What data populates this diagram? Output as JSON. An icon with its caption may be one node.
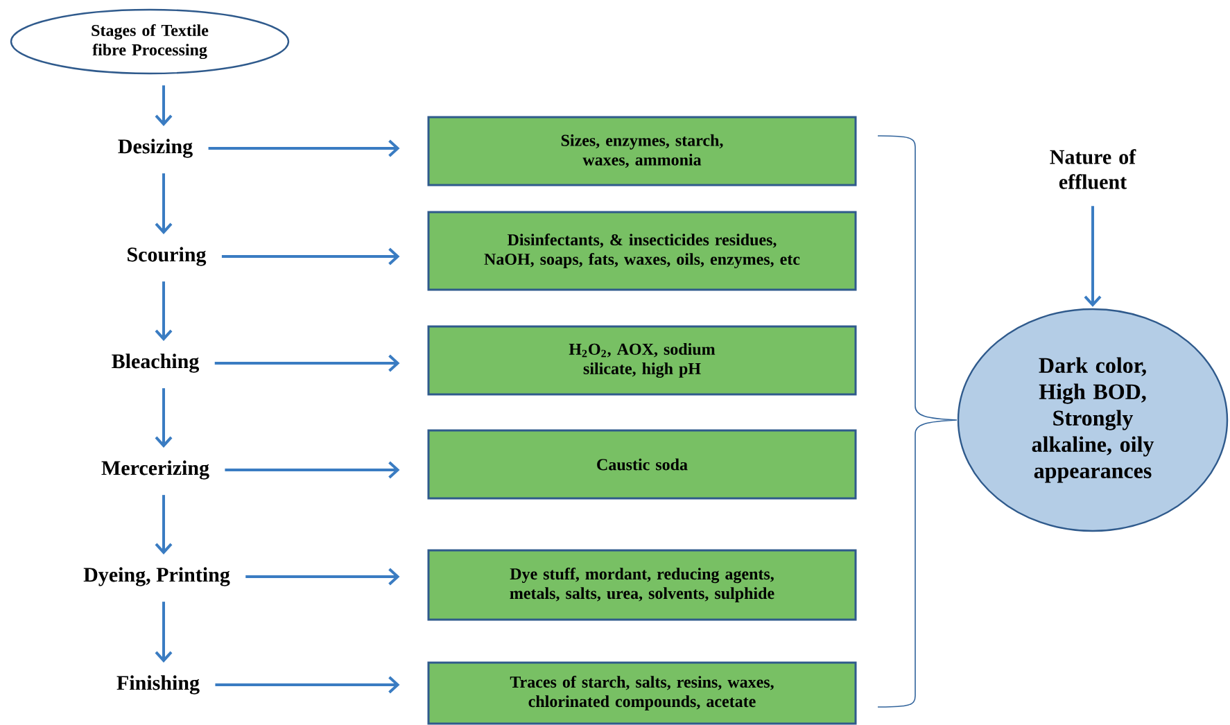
{
  "diagram": {
    "nodes": [
      {
        "text": [
          "Stages of Textile fibre Processing"
        ]
      },
      {
        "text": [
          "Desizing"
        ]
      },
      {
        "text": [
          "Scouring"
        ]
      },
      {
        "text": [
          "Bleaching"
        ]
      },
      {
        "text": [
          "Mercerizing"
        ]
      },
      {
        "text": [
          "Dyeing, Printing"
        ]
      },
      {
        "text": [
          "Finishing"
        ]
      },
      {
        "text": [
          "Sizes, enzymes, starch, waxes, ammonia"
        ]
      },
      {
        "text": [
          "Disinfectants, & insecticides residues, NaOH, soaps, fats, waxes, oils, enzymes, etc"
        ]
      },
      {
        "text": [
          "H$_{2}$O$_{2}$, AOX, sodium silicate, high pH"
        ]
      },
      {
        "text": [
          "Caustic soda"
        ]
      },
      {
        "text": [
          "Dye stuff, mordant, reducing agents, metals, salts, urea, solvents, sulphide"
        ]
      },
      {
        "text": [
          "Traces of starch, salts, resins, waxes, chlorinated compounds, acetate"
        ]
      },
      {
        "text": [
          "Nature of effluent"
        ]
      },
      {
        "text": [
          "Dark color, High BOD, Strongly alkaline, oily appearances"
        ]
      }
    ],
    "edges": [
      {
        "from": 0,
        "to": 1,
        "arrow": "to"
      },
      {
        "from": 1,
        "to": 2,
        "arrow": "to"
      },
      {
        "from": 2,
        "to": 3,
        "arrow": "to"
      },
      {
        "from": 3,
        "to": 4,
        "arrow": "to"
      },
      {
        "from": 4,
        "to": 5,
        "arrow": "to"
      },
      {
        "from": 5,
        "to": 6,
        "arrow": "to"
      },
      {
        "from": 1,
        "to": 7,
        "arrow": "to"
      },
      {
        "from": 2,
        "to": 8,
        "arrow": "to"
      },
      {
        "from": 3,
        "to": 9,
        "arrow": "to"
      },
      {
        "from": 4,
        "to": 10,
        "arrow": "to"
      },
      {
        "from": 5,
        "to": 11,
        "arrow": "to"
      },
      {
        "from": 6,
        "to": 12,
        "arrow": "to"
      },
      {
        "from": 13,
        "to": 14,
        "arrow": "to"
      }
    ]
  }
}
